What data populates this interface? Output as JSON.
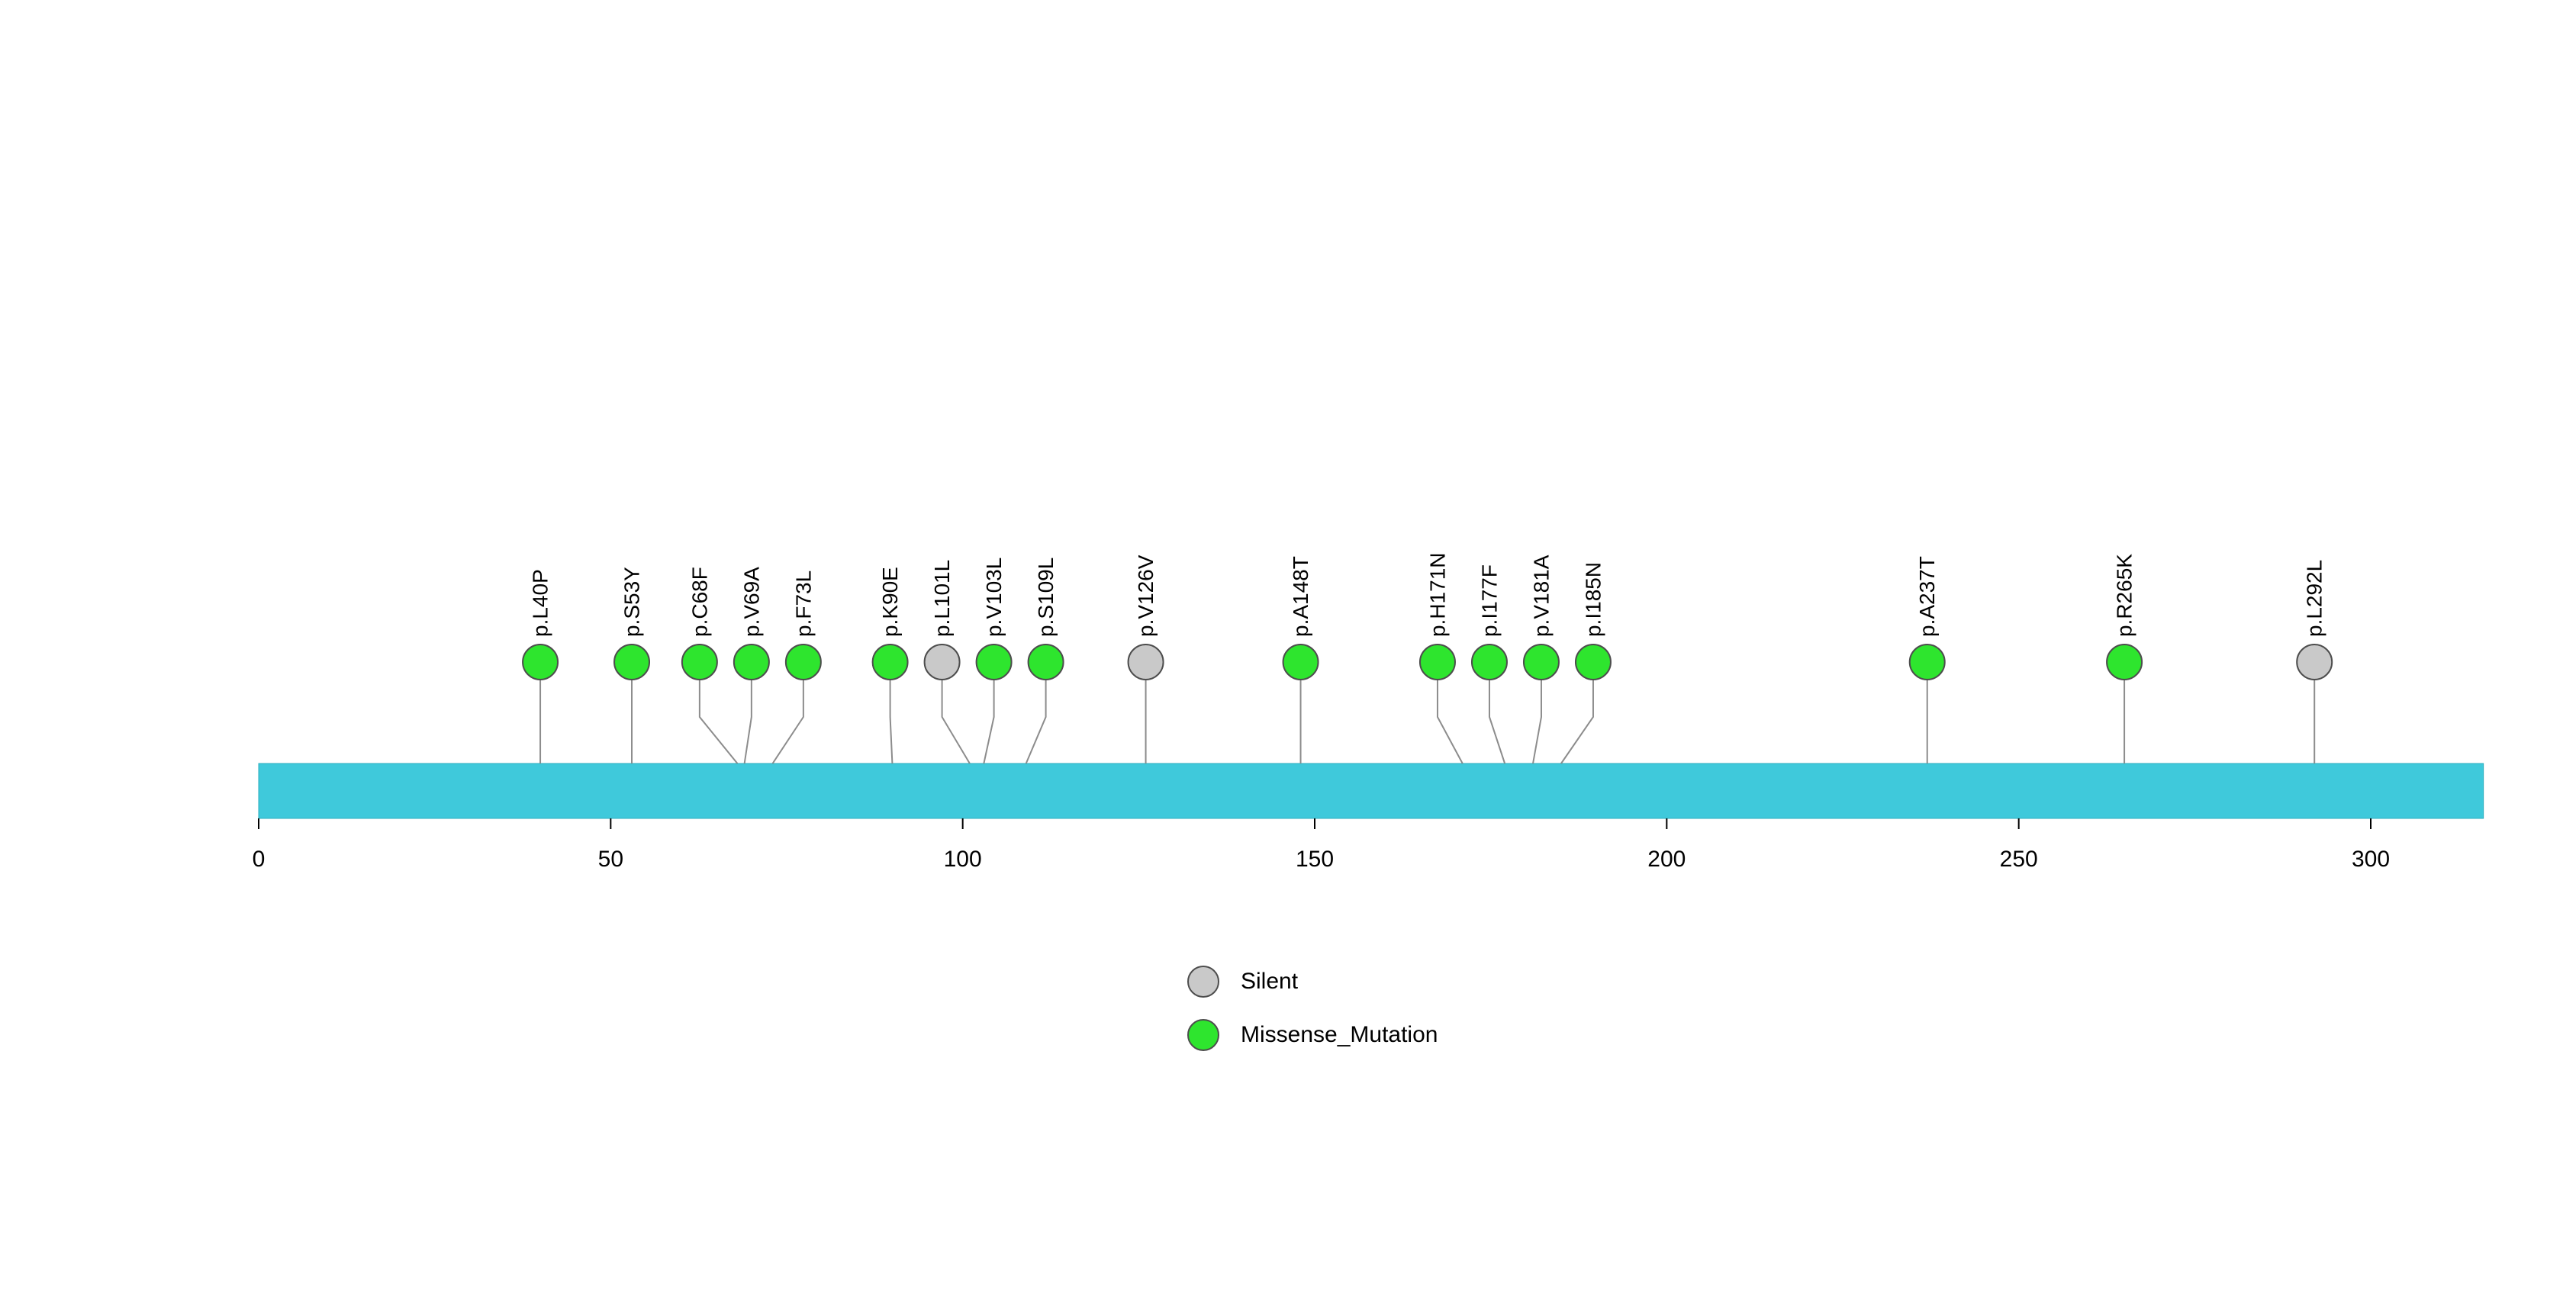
{
  "chart_data": {
    "type": "lollipop",
    "title": "",
    "protein": {
      "length": 316,
      "backbone_color": "#3FC9DB"
    },
    "axis": {
      "range": [
        0,
        316
      ],
      "ticks": [
        0,
        50,
        100,
        150,
        200,
        250,
        300
      ]
    },
    "colors": {
      "Silent": "#C9C9C9",
      "Missense_Mutation": "#2EE52E"
    },
    "line_color": "#8C8C8C",
    "marker_stroke_color": "#4D4D4D",
    "mutations": [
      {
        "label": "p.L40P",
        "position": 40,
        "type": "Missense_Mutation"
      },
      {
        "label": "p.S53Y",
        "position": 53,
        "type": "Missense_Mutation"
      },
      {
        "label": "p.C68F",
        "position": 68,
        "type": "Missense_Mutation"
      },
      {
        "label": "p.V69A",
        "position": 69,
        "type": "Missense_Mutation"
      },
      {
        "label": "p.F73L",
        "position": 73,
        "type": "Missense_Mutation"
      },
      {
        "label": "p.K90E",
        "position": 90,
        "type": "Missense_Mutation"
      },
      {
        "label": "p.L101L",
        "position": 101,
        "type": "Silent"
      },
      {
        "label": "p.V103L",
        "position": 103,
        "type": "Missense_Mutation"
      },
      {
        "label": "p.S109L",
        "position": 109,
        "type": "Missense_Mutation"
      },
      {
        "label": "p.V126V",
        "position": 126,
        "type": "Silent"
      },
      {
        "label": "p.A148T",
        "position": 148,
        "type": "Missense_Mutation"
      },
      {
        "label": "p.H171N",
        "position": 171,
        "type": "Missense_Mutation"
      },
      {
        "label": "p.I177F",
        "position": 177,
        "type": "Missense_Mutation"
      },
      {
        "label": "p.V181A",
        "position": 181,
        "type": "Missense_Mutation"
      },
      {
        "label": "p.I185N",
        "position": 185,
        "type": "Missense_Mutation"
      },
      {
        "label": "p.A237T",
        "position": 237,
        "type": "Missense_Mutation"
      },
      {
        "label": "p.R265K",
        "position": 265,
        "type": "Missense_Mutation"
      },
      {
        "label": "p.L292L",
        "position": 292,
        "type": "Silent"
      }
    ],
    "legend": {
      "items": [
        {
          "label": "Silent",
          "type": "Silent",
          "color": "#C9C9C9"
        },
        {
          "label": "Missense_Mutation",
          "type": "Missense_Mutation",
          "color": "#2EE52E"
        }
      ]
    }
  }
}
